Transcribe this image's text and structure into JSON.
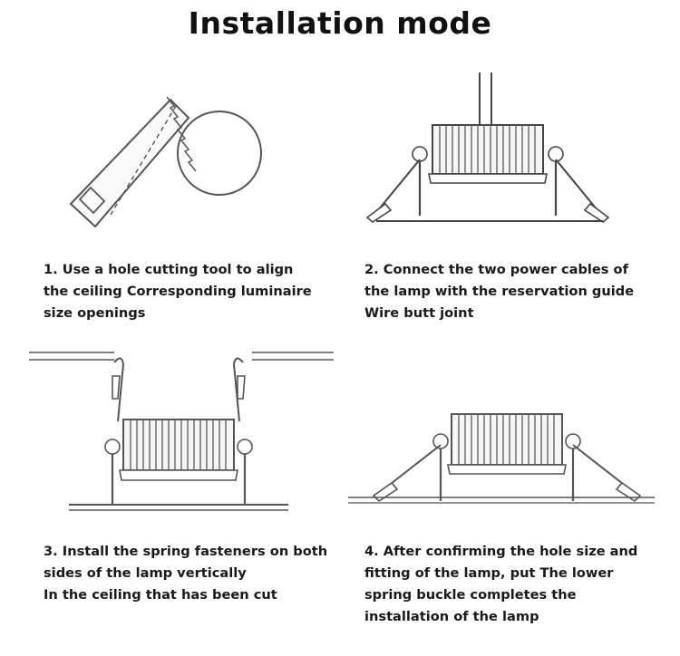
{
  "title": "Installation mode",
  "steps": [
    {
      "lines": [
        "1. Use a hole cutting tool to align",
        "the ceiling Corresponding luminaire",
        "size openings"
      ]
    },
    {
      "lines": [
        "2. Connect the two power cables of",
        "the lamp with the reservation guide",
        "Wire butt joint"
      ]
    },
    {
      "lines": [
        "3. Install the spring fasteners on both",
        "sides of the lamp vertically",
        "In the ceiling that has been cut"
      ]
    },
    {
      "lines": [
        "4. After confirming the hole size and",
        "fitting of the lamp, put The lower",
        "spring buckle completes the",
        "installation of the lamp"
      ]
    }
  ]
}
